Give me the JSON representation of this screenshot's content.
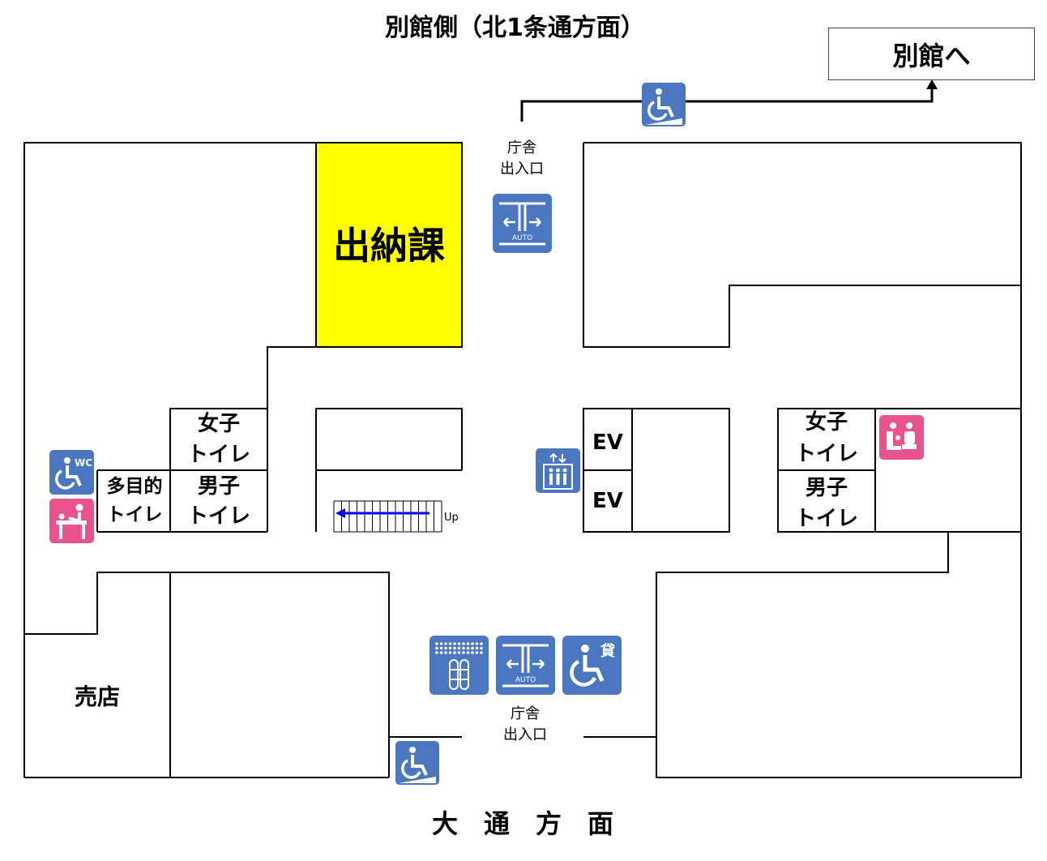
{
  "map": {
    "north_title": "別館側（北1条通方面）",
    "south_title": "大　通　方　面",
    "annex_button": "別館へ",
    "entrance_north": {
      "line1": "庁舎",
      "line2": "出入口"
    },
    "entrance_south": {
      "line1": "庁舎",
      "line2": "出入口"
    },
    "highlight_room": "出納課",
    "store": "売店",
    "womens_toilet_left": {
      "line1": "女子",
      "line2": "トイレ"
    },
    "mens_toilet_left": {
      "line1": "男子",
      "line2": "トイレ"
    },
    "multipurpose_toilet": {
      "line1": "多目的",
      "line2": "トイレ"
    },
    "womens_toilet_right": {
      "line1": "女子",
      "line2": "トイレ"
    },
    "mens_toilet_right": {
      "line1": "男子",
      "line2": "トイレ"
    },
    "elevator_1": "EV",
    "elevator_2": "EV",
    "stairs_label": "Up",
    "auto_label": "AUTO",
    "wc_label": "WC",
    "rental_label": "貸",
    "colors": {
      "highlight": "#ffff00",
      "icon_blue": "#4a77c0",
      "icon_pink": "#e8528e",
      "stairs_arrow": "#0000ff",
      "wall": "#000000"
    },
    "icons": [
      "wheelchair-ramp-icon",
      "auto-door-icon",
      "wheelchair-toilet-icon",
      "baby-changing-icon",
      "elevator-icon",
      "nursing-room-icon",
      "braille-block-icon",
      "wheelchair-rental-icon"
    ]
  }
}
